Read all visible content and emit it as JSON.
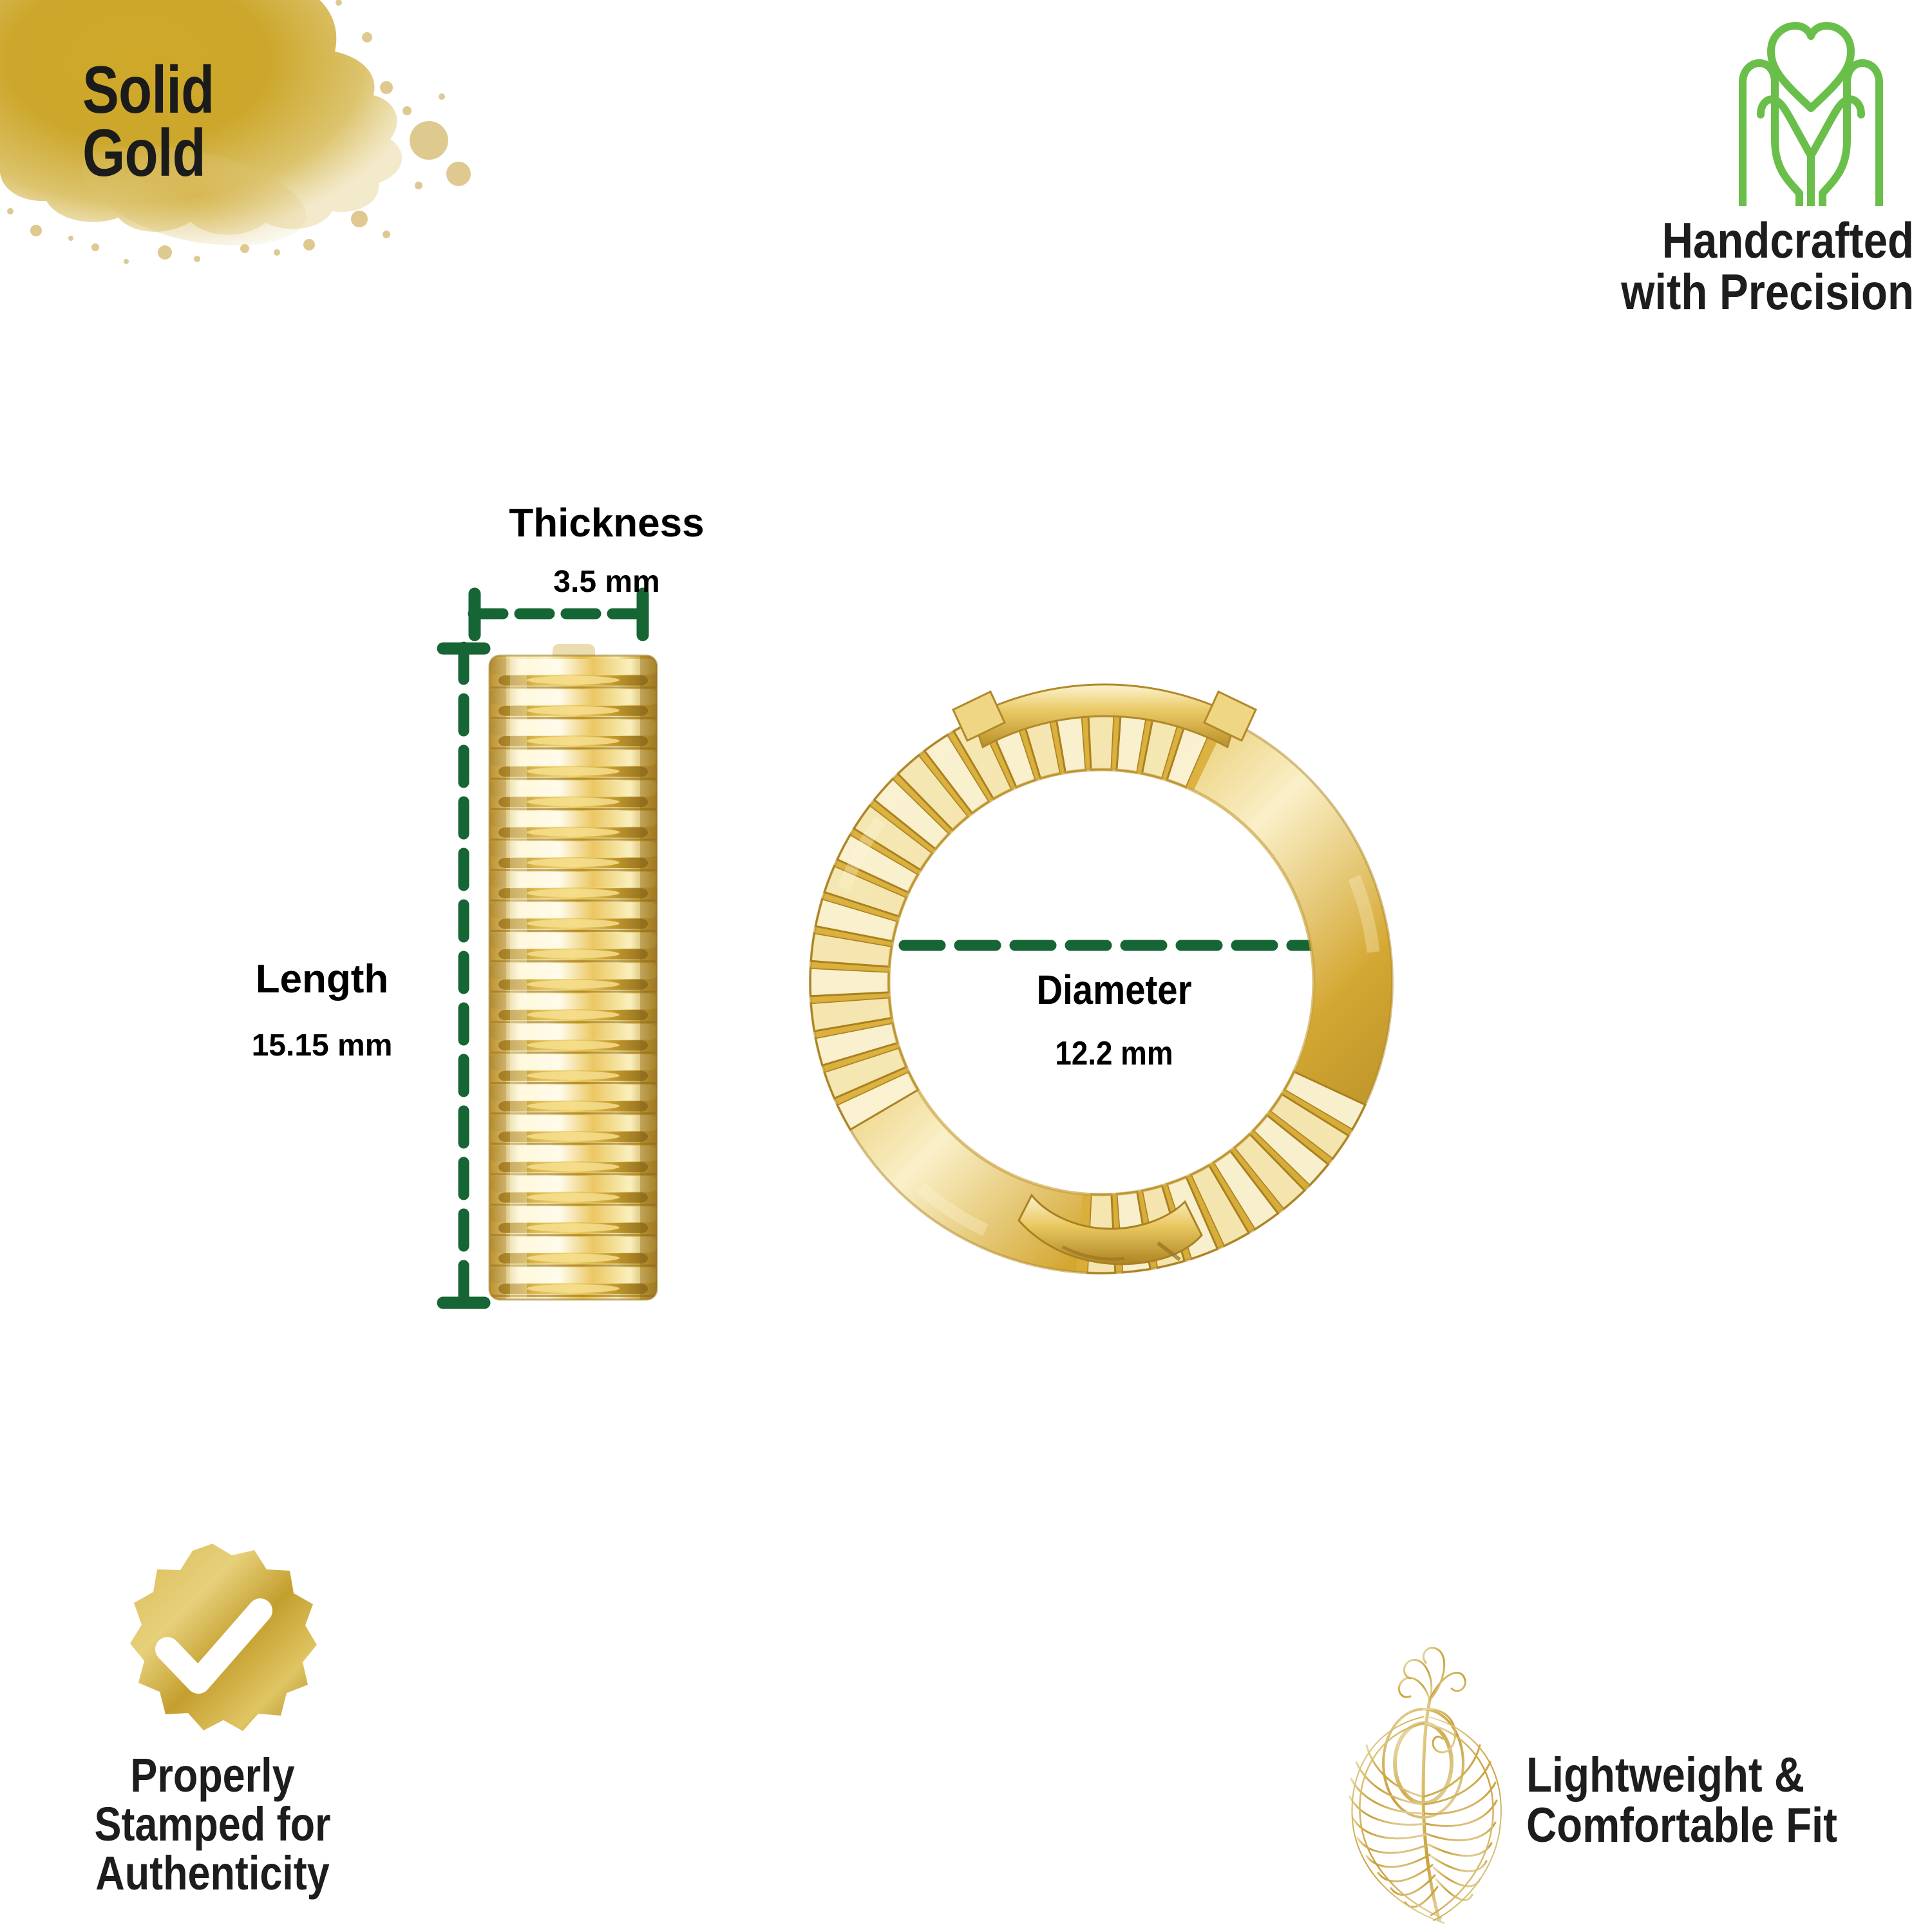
{
  "colors": {
    "gold_splash": "#C9A227",
    "gold_light": "#E3CE7A",
    "gold_metal_light": "#F7E7A8",
    "gold_metal_mid": "#E0B83C",
    "gold_metal_dark": "#A8812A",
    "badge_gold_light": "#E8CB6A",
    "badge_gold_dark": "#B08A24",
    "dimension_green": "#166534",
    "accent_green": "#6ABF4B",
    "text_black": "#1b1b1b",
    "background": "#ffffff"
  },
  "badges": {
    "solid_gold": {
      "label_line1": "Solid",
      "label_line2": "Gold",
      "icon": "gold-paint-splash-icon"
    },
    "handcrafted": {
      "label_line1": "Handcrafted",
      "label_line2": "with Precision",
      "icon": "hands-holding-heart-icon"
    },
    "authenticity": {
      "label_line1": "Properly",
      "label_line2": "Stamped for",
      "label_line3": "Authenticity",
      "icon": "gold-rosette-checkmark-icon"
    },
    "lightweight": {
      "label_line1": "Lightweight &",
      "label_line2": "Comfortable Fit",
      "icon": "peacock-feather-icon"
    }
  },
  "dimensions": {
    "thickness": {
      "title": "Thickness",
      "value": "3.5 mm"
    },
    "length": {
      "title": "Length",
      "value": "15.15 mm"
    },
    "diameter": {
      "title": "Diameter",
      "value": "12.2 mm"
    }
  },
  "product": {
    "side_view": "gold-hoop-earring-side-view",
    "front_view": "gold-hoop-earring-front-view"
  }
}
